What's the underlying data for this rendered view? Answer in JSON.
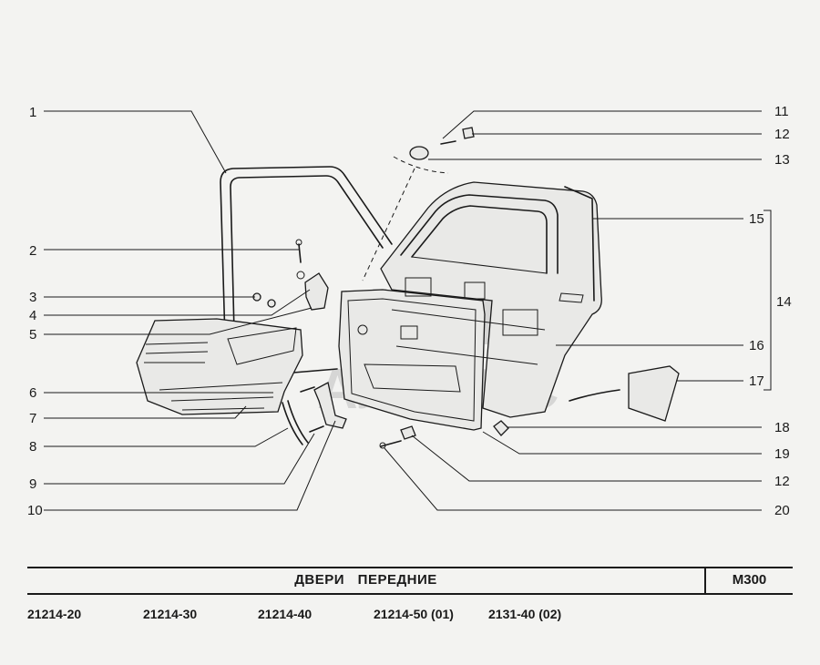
{
  "diagram": {
    "callouts": [
      "1",
      "2",
      "3",
      "4",
      "5",
      "6",
      "7",
      "8",
      "9",
      "10",
      "11",
      "12",
      "13",
      "14",
      "15",
      "16",
      "17",
      "18",
      "19",
      "12",
      "20"
    ],
    "watermark": {
      "line1": "АБТО",
      "line2": "АЛЬЯНС"
    }
  },
  "footer": {
    "title": "ДВЕРИ   ПЕРЕДНИЕ",
    "page_code": "M300",
    "models": [
      "21214-20",
      "21214-30",
      "21214-40",
      "21214-50 (01)",
      "2131-40 (02)"
    ]
  }
}
